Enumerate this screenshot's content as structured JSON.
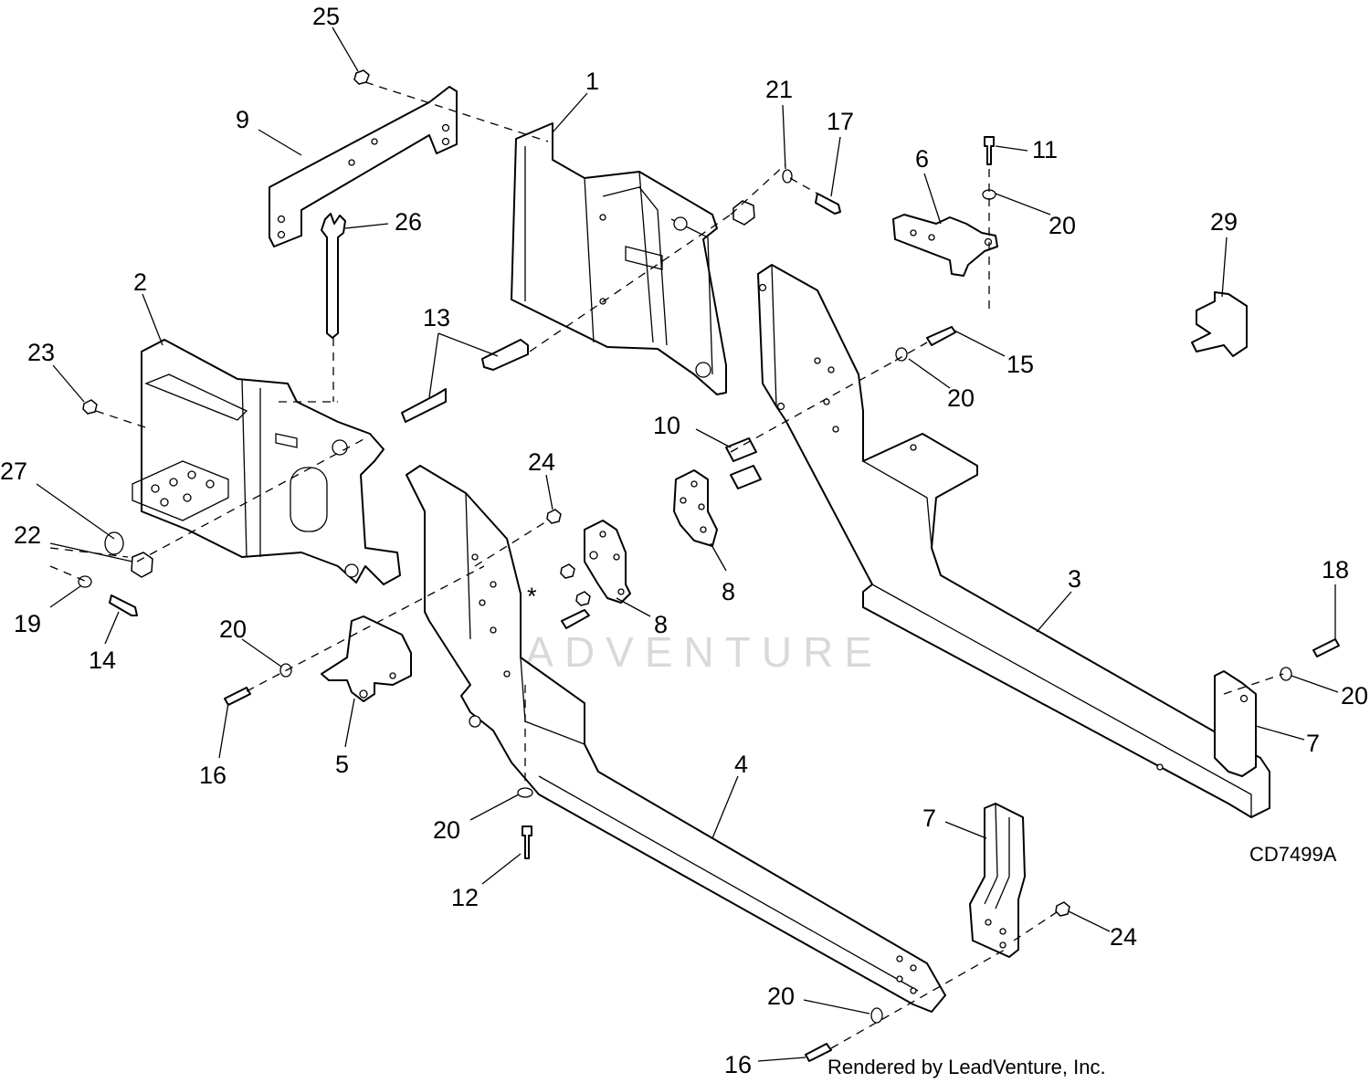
{
  "diagram": {
    "drawing_code": "CD7499A",
    "credit": "Rendered by LeadVenture, Inc.",
    "watermark": "LEADVENTURE",
    "callouts": [
      {
        "id": "c25",
        "label": "25"
      },
      {
        "id": "c9",
        "label": "9"
      },
      {
        "id": "c1",
        "label": "1"
      },
      {
        "id": "c21",
        "label": "21"
      },
      {
        "id": "c17",
        "label": "17"
      },
      {
        "id": "c11",
        "label": "11"
      },
      {
        "id": "c6",
        "label": "6"
      },
      {
        "id": "c20a",
        "label": "20"
      },
      {
        "id": "c29",
        "label": "29"
      },
      {
        "id": "c26",
        "label": "26"
      },
      {
        "id": "c2",
        "label": "2"
      },
      {
        "id": "c13",
        "label": "13"
      },
      {
        "id": "c23",
        "label": "23"
      },
      {
        "id": "c15",
        "label": "15"
      },
      {
        "id": "c20b",
        "label": "20"
      },
      {
        "id": "c10",
        "label": "10"
      },
      {
        "id": "c27",
        "label": "27"
      },
      {
        "id": "c24a",
        "label": "24"
      },
      {
        "id": "c22",
        "label": "22"
      },
      {
        "id": "c8a",
        "label": "8"
      },
      {
        "id": "c19",
        "label": "19"
      },
      {
        "id": "c8b",
        "label": "8"
      },
      {
        "id": "c3",
        "label": "3"
      },
      {
        "id": "c18",
        "label": "18"
      },
      {
        "id": "c14",
        "label": "14"
      },
      {
        "id": "c20c",
        "label": "20"
      },
      {
        "id": "c20d",
        "label": "20"
      },
      {
        "id": "c7a",
        "label": "7"
      },
      {
        "id": "c16a",
        "label": "16"
      },
      {
        "id": "c5",
        "label": "5"
      },
      {
        "id": "c4",
        "label": "4"
      },
      {
        "id": "c20e",
        "label": "20"
      },
      {
        "id": "c7b",
        "label": "7"
      },
      {
        "id": "c12",
        "label": "12"
      },
      {
        "id": "c24b",
        "label": "24"
      },
      {
        "id": "c20f",
        "label": "20"
      },
      {
        "id": "c16b",
        "label": "16"
      }
    ],
    "asterisk": "*"
  }
}
